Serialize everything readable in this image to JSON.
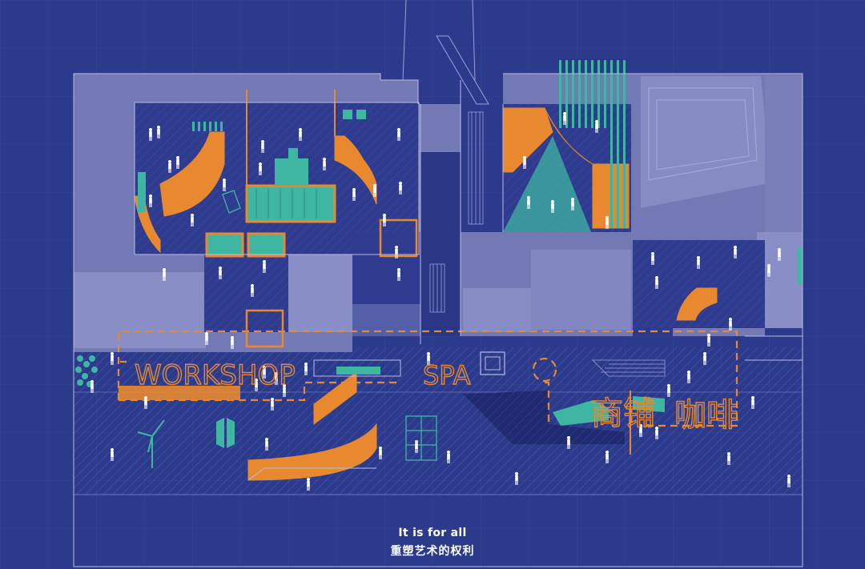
{
  "labels": {
    "workshop": "WORKSHOP",
    "spa": "SPA",
    "shop": "商铺",
    "cafe": "咖啡"
  },
  "caption": {
    "line1": "It is for all",
    "line2": "重塑艺术的权利"
  },
  "colors": {
    "background": "#2c3a8c",
    "building": "#7a7fb9",
    "orange": "#e8892f",
    "teal": "#3fb6a2",
    "line": "#b9bce0",
    "figure": "#ffffff"
  }
}
